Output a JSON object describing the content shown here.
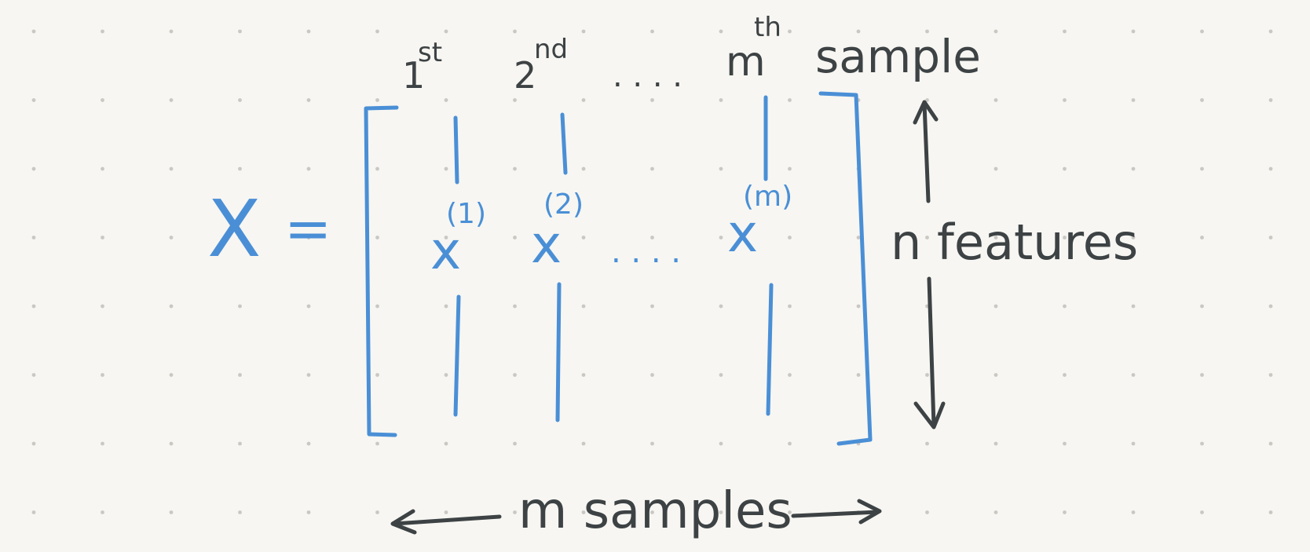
{
  "matrix": {
    "name": "X",
    "equals": "=",
    "columns": [
      {
        "header_base": "1",
        "header_sup": "st",
        "symbol": "x",
        "superscript": "(1)"
      },
      {
        "header_base": "2",
        "header_sup": "nd",
        "symbol": "x",
        "superscript": "(2)"
      },
      {
        "header_base": "m",
        "header_sup": "th",
        "symbol": "x",
        "superscript": "(m)"
      }
    ],
    "header_suffix": "sample",
    "header_dots": ". . . .",
    "row_dots": ". . . ."
  },
  "annotations": {
    "features": "n features",
    "samples": "m samples"
  },
  "colors": {
    "background": "#f7f6f2",
    "ink": "#3d4244",
    "matrix": "#4a8fd6",
    "grid_dot": "#c9c8c3"
  }
}
